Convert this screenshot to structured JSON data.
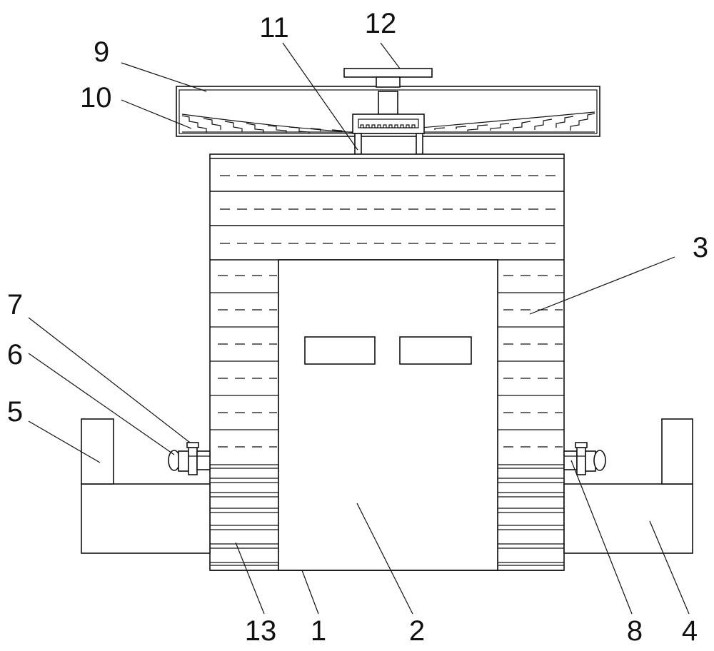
{
  "labels": [
    "1",
    "2",
    "3",
    "4",
    "5",
    "6",
    "7",
    "8",
    "9",
    "10",
    "11",
    "12",
    "13"
  ],
  "colors": {
    "line": "#111111",
    "background": "#ffffff"
  }
}
